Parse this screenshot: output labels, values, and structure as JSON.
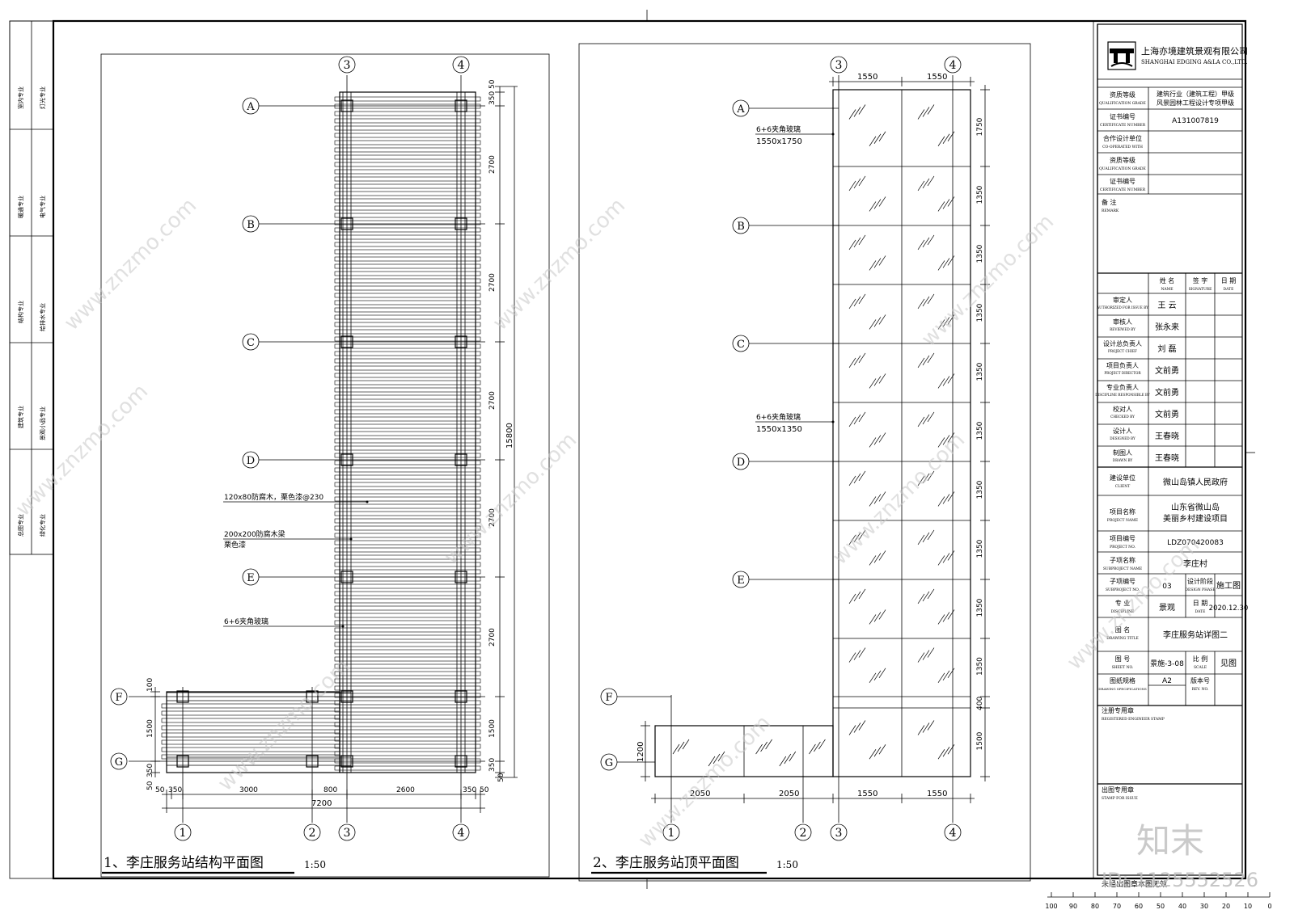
{
  "drawing": {
    "plan1": {
      "title": "1、李庄服务站结构平面图",
      "scale": "1:50",
      "axis_numbers": [
        "1",
        "2",
        "3",
        "4"
      ],
      "axis_letters": [
        "A",
        "B",
        "C",
        "D",
        "E",
        "F",
        "G"
      ],
      "annotations": {
        "slat": "120x80防腐木，栗色漆@230",
        "beam": "200x200防腐木梁",
        "beam2": "栗色漆",
        "glass": "6+6夹角玻璃"
      },
      "dims_right": [
        "50",
        "350",
        "2700",
        "2700",
        "2700",
        "2700",
        "2700",
        "1500",
        "350",
        "50"
      ],
      "dim_total_right": "15800",
      "dims_left": [
        "100",
        "1500",
        "350",
        "50"
      ],
      "dims_bottom": [
        "50",
        "350",
        "3000",
        "800",
        "2600",
        "350",
        "50"
      ],
      "dim_total_bottom": "7200"
    },
    "plan2": {
      "title": "2、李庄服务站顶平面图",
      "scale": "1:50",
      "axis_numbers": [
        "1",
        "2",
        "3",
        "4"
      ],
      "axis_letters": [
        "A",
        "B",
        "C",
        "D",
        "E",
        "F",
        "G"
      ],
      "annotations": {
        "glass1": "6+6夹角玻璃",
        "glass1_size": "1550x1750",
        "glass2": "6+6夹角玻璃",
        "glass2_size": "1550x1350"
      },
      "dims_top": [
        "1550",
        "1550"
      ],
      "dims_right": [
        "1750",
        "1350",
        "1350",
        "1350",
        "1350",
        "1350",
        "1350",
        "1350",
        "1350",
        "1350",
        "400",
        "1500"
      ],
      "dims_left": [
        "1200"
      ],
      "dims_bottom": [
        "2050",
        "2050",
        "1550",
        "1550"
      ]
    }
  },
  "left_strip": {
    "labels": [
      "室内专业",
      "灯光专业",
      "暖通专业",
      "电气专业",
      "结构专业",
      "给排水专业",
      "建筑专业",
      "景观小品专业",
      "总图专业",
      "绿化专业"
    ]
  },
  "title_block": {
    "company_cn": "上海亦境建筑景观有限公司",
    "company_en": "SHANGHAI EDGING A&LA CO.,LTD.",
    "qual_grade_label": "资质等级",
    "qual_grade_label_en": "QUALIFICATION GRADE",
    "qual_grade_1": "建筑行业（建筑工程）甲级",
    "qual_grade_2": "风景园林工程设计专项甲级",
    "cert_label": "证书编号",
    "cert_label_en": "CERTIFICATE NUMBER",
    "cert_no": "A131007819",
    "coop_label": "合作设计单位",
    "coop_label_en": "CO-OPERATED WITH",
    "qual2_label": "资质等级",
    "qual2_label_en": "QUALIFICATION GRADE",
    "cert2_label": "证书编号",
    "cert2_label_en": "CERTIFICATE NUMBER",
    "remark_label": "备 注",
    "remark_label_en": "REMARK",
    "col_name": "姓 名",
    "col_name_en": "NAME",
    "col_sign": "签 字",
    "col_sign_en": "SIGNATURE",
    "col_date": "日 期",
    "col_date_en": "DATE",
    "people": [
      {
        "role": "审定人",
        "role_en": "AUTHORIZED FOR ISSUE BY",
        "name": "王 云"
      },
      {
        "role": "审核人",
        "role_en": "REVIEWED BY",
        "name": "张永来"
      },
      {
        "role": "设计总负责人",
        "role_en": "PROJECT CHIEF",
        "name": "刘 磊"
      },
      {
        "role": "项目负责人",
        "role_en": "PROJECT DIRECTOR",
        "name": "文前勇"
      },
      {
        "role": "专业负责人",
        "role_en": "DISCIPLINE RESPONSIBLE BY",
        "name": "文前勇"
      },
      {
        "role": "校对人",
        "role_en": "CHECKED BY",
        "name": "文前勇"
      },
      {
        "role": "设计人",
        "role_en": "DESIGNED BY",
        "name": "王春晓"
      },
      {
        "role": "制图人",
        "role_en": "DRAWN BY",
        "name": "王春晓"
      }
    ],
    "client_label": "建设单位",
    "client_label_en": "CLIENT",
    "client": "微山岛镇人民政府",
    "project_label": "项目名称",
    "project_label_en": "PROJECT NAME",
    "project_1": "山东省微山岛",
    "project_2": "美丽乡村建设项目",
    "project_no_label": "项目编号",
    "project_no_label_en": "PROJECT NO.",
    "project_no": "LDZ070420083",
    "subproject_label": "子项名称",
    "subproject_label_en": "SUBPROJECT NAME",
    "subproject": "李庄村",
    "subproject_no_label": "子项编号",
    "subproject_no_label_en": "SUBPROJECT NO.",
    "subproject_no": "03",
    "phase_label": "设计阶段",
    "phase_label_en": "DESIGN PHASE",
    "phase": "施工图",
    "discipline_label": "专 业",
    "discipline_label_en": "DISCIPLINE",
    "discipline": "景观",
    "date_label": "日 期",
    "date_label_en": "DATE",
    "date": "2020.12.30",
    "drawing_title_label": "图 名",
    "drawing_title_label_en": "DRAWING TITLE",
    "drawing_title": "李庄服务站详图二",
    "sheet_no_label": "图 号",
    "sheet_no_label_en": "SHEET NO.",
    "sheet_no": "景施-3-08",
    "scale_label": "比 例",
    "scale_label_en": "SCALE",
    "scale": "见图",
    "spec_label": "图纸规格",
    "spec_label_en": "DRAWING SPECIFICATIONS",
    "spec": "A2",
    "rev_label": "版本号",
    "rev_label_en": "REV. NO.",
    "stamp_label": "注册专用章",
    "stamp_label_en": "REGISTERED ENGINEER STAMP",
    "issue_label": "出图专用章",
    "issue_label_en": "STAMP FOR ISSUE"
  },
  "footer": {
    "note": "未经出图章本图无效",
    "ruler": [
      "100",
      "90",
      "80",
      "70",
      "60",
      "50",
      "40",
      "30",
      "20",
      "10",
      "0"
    ]
  },
  "watermarks": {
    "site": "www.znzmo.com",
    "logo": "知末",
    "id": "ID: 1125552526"
  }
}
